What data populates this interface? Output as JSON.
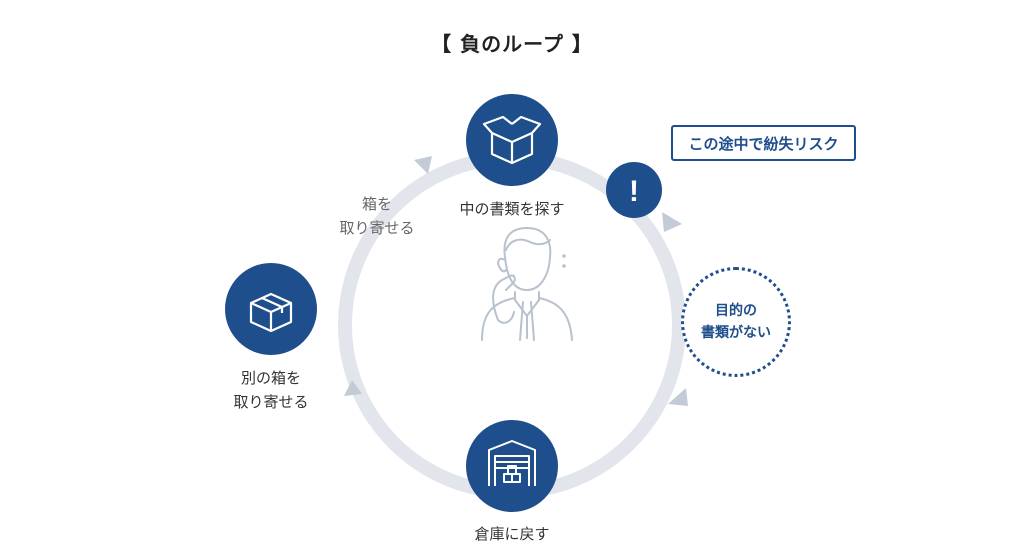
{
  "title": "【 負のループ 】",
  "nodes": {
    "top": {
      "label": "中の書類を探す",
      "icon": "open-box-icon"
    },
    "left": {
      "label_line1": "別の箱を",
      "label_line2": "取り寄せる",
      "icon": "closed-box-icon"
    },
    "bottom": {
      "label": "倉庫に戻す",
      "icon": "warehouse-icon"
    }
  },
  "arc_label": {
    "line1": "箱を",
    "line2": "取り寄せる"
  },
  "alert": {
    "symbol": "!",
    "callout": "この途中で紛失リスク"
  },
  "missing": {
    "line1": "目的の",
    "line2": "書類がない"
  },
  "center_icon": "confused-businessman-icon",
  "colors": {
    "primary": "#1f4e8c",
    "ring": "#e2e6ec",
    "arrow": "#c3cbd6",
    "figure": "#b8c2cf"
  }
}
